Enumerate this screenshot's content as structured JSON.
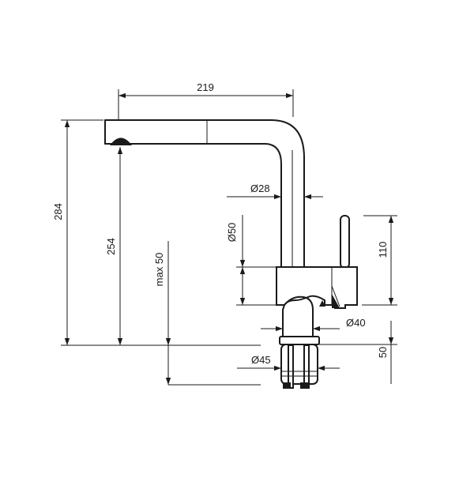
{
  "dimensions": {
    "total_width": "219",
    "spout_diameter": "Ø28",
    "total_height": "284",
    "spout_height": "254",
    "max_deck_thickness": "max 50",
    "base_diameter": "Ø50",
    "lever_height": "110",
    "body_diameter": "Ø40",
    "shank_diameter": "Ø45",
    "shank_length": "50"
  },
  "colors": {
    "line": "#1a1a1a",
    "background": "#ffffff"
  }
}
